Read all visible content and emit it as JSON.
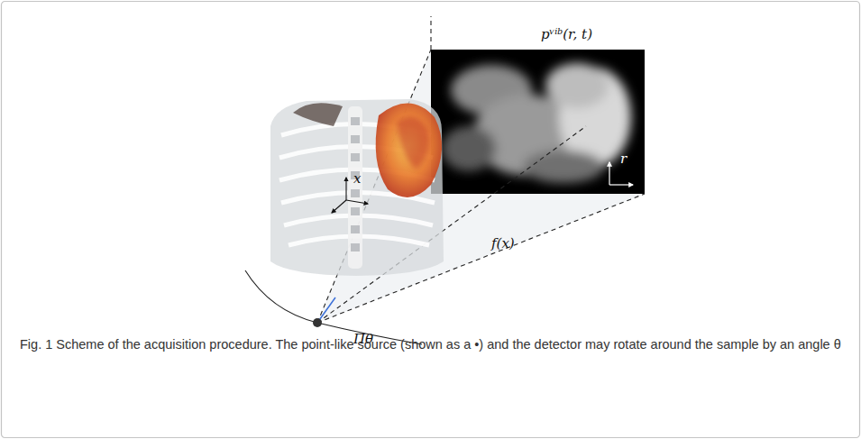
{
  "diagram": {
    "caption": "Fig. 1 Scheme of the acquisition procedure. The point-like source (shown as a •) and the detector may rotate around the sample by an angle θ",
    "labels": [
      "pᵛⁱᵇ(r, t)",
      "r",
      "x",
      "f(x)",
      "Πθ"
    ]
  }
}
